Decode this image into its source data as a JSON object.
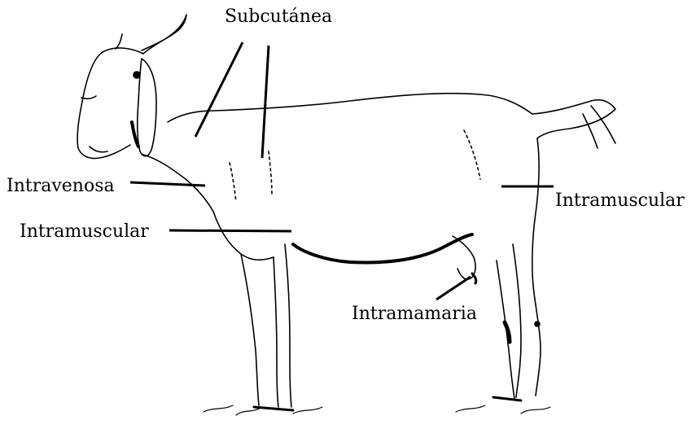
{
  "diagram": {
    "subject": "goat",
    "line_color": "#000000",
    "background": "#ffffff",
    "labels": {
      "subcutanea": "Subcutánea",
      "intravenosa": "Intravenosa",
      "intramuscular_front": "Intramuscular",
      "intramuscular_back": "Intramuscular",
      "intramamaria": "Intramamaria"
    }
  }
}
